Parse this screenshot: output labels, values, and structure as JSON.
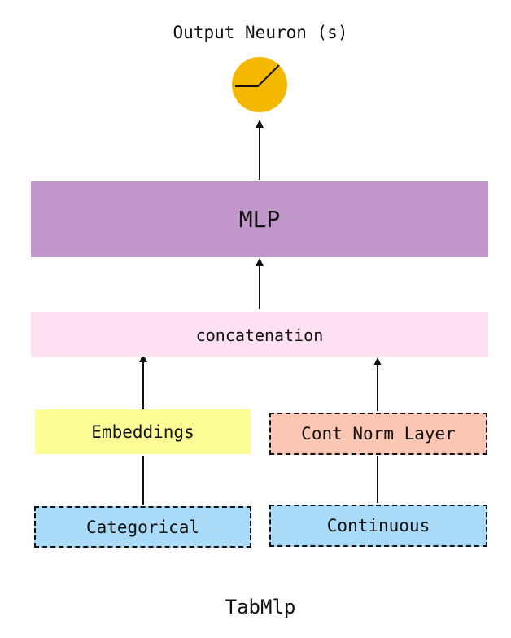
{
  "output": {
    "title": "Output Neuron (s)",
    "neuron_color": "#f5b800"
  },
  "mlp": {
    "label": "MLP",
    "color": "#c297cb"
  },
  "concat": {
    "label": "concatenation",
    "color": "#fde1f0"
  },
  "embeddings": {
    "label": "Embeddings",
    "color": "#fdfd96"
  },
  "cont_norm": {
    "label": "Cont Norm Layer",
    "color": "#fcc6b4"
  },
  "categorical": {
    "label": "Categorical",
    "color": "#a9dbf8"
  },
  "continuous": {
    "label": "Continuous",
    "color": "#a9dbf8"
  },
  "caption": "TabMlp"
}
